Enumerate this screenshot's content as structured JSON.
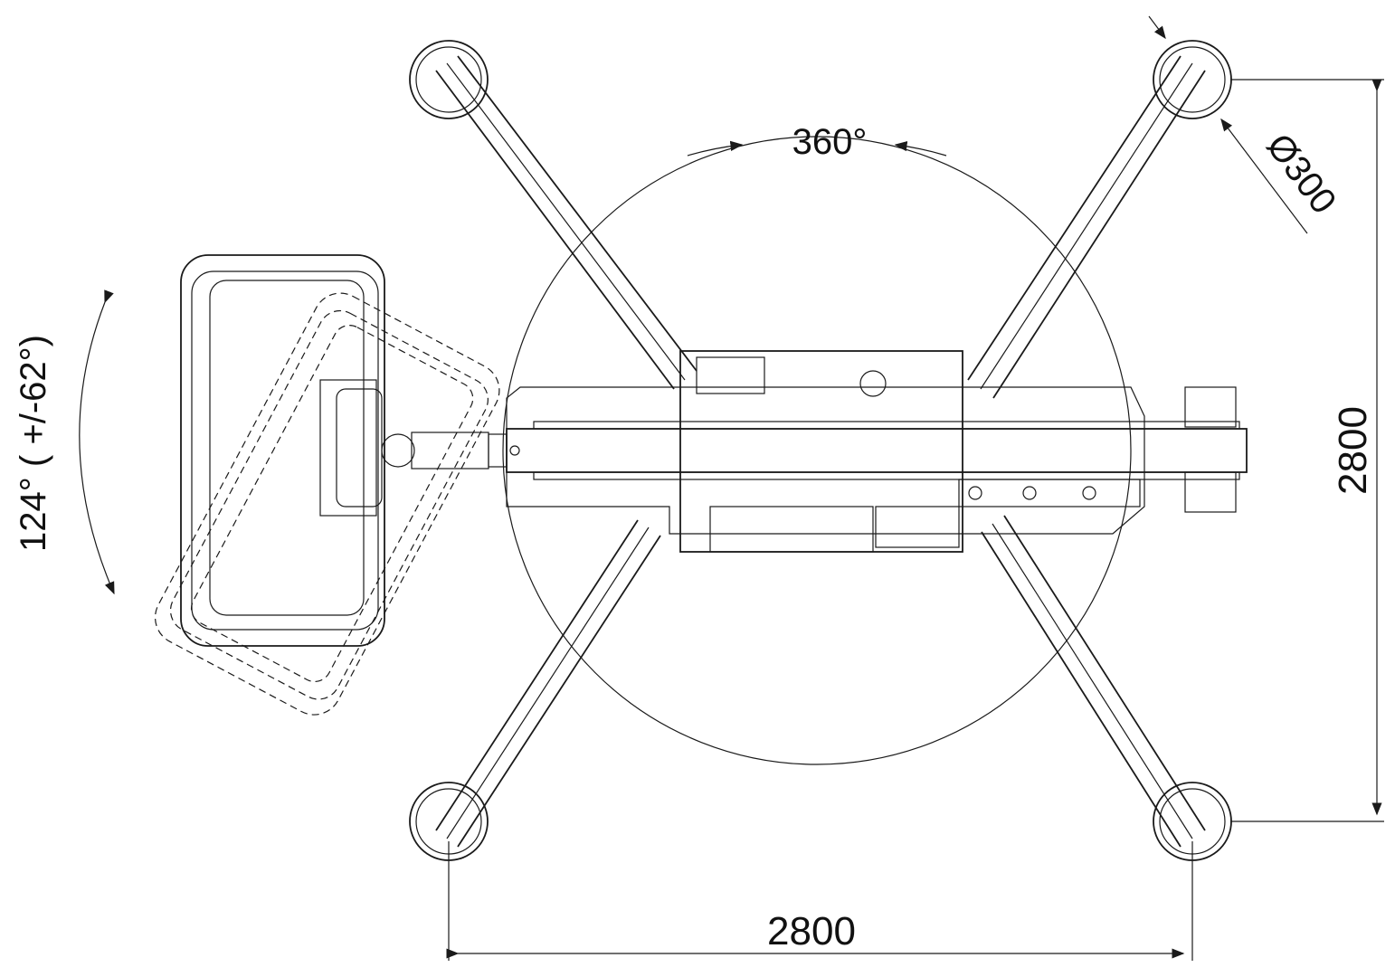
{
  "labels": {
    "rotation": "360°",
    "basket_swing": "124° ( +/-62°)",
    "pad_diameter": "Ø300",
    "width": "2800",
    "length": "2800"
  },
  "colors": {
    "ink": "#1a1a1a",
    "background": "#ffffff"
  }
}
